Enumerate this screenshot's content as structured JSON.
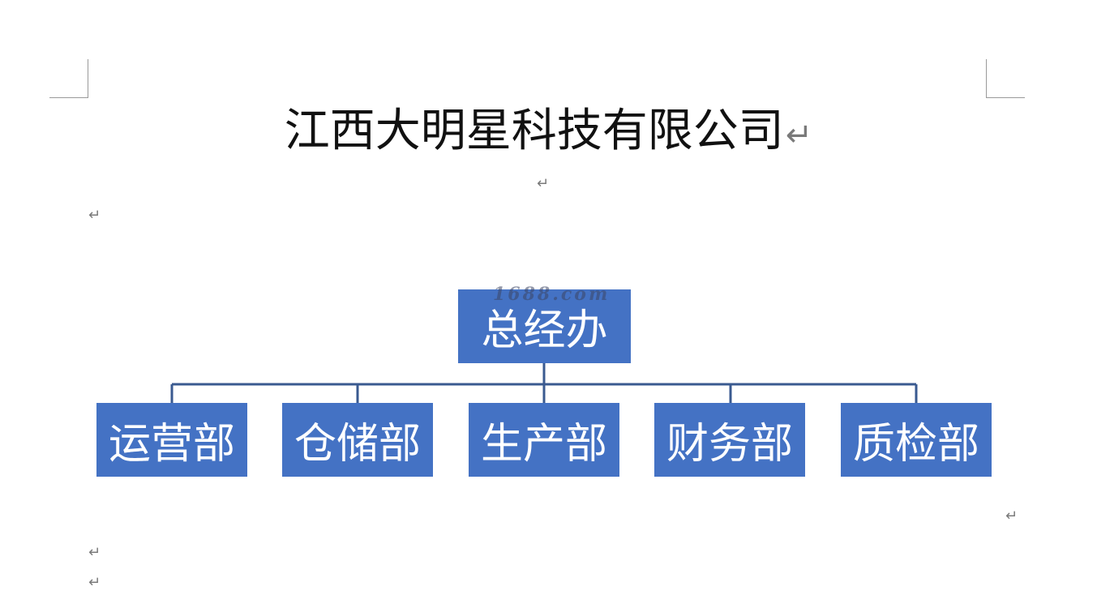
{
  "document": {
    "title": "江西大明星科技有限公司",
    "paragraph_mark": "↵"
  },
  "org_chart": {
    "root": {
      "label": "总经办"
    },
    "children": [
      {
        "label": "运营部"
      },
      {
        "label": "仓储部"
      },
      {
        "label": "生产部"
      },
      {
        "label": "财务部"
      },
      {
        "label": "质检部"
      }
    ],
    "colors": {
      "box_fill": "#4472c4",
      "box_text": "#ffffff",
      "connector": "#3a5a90"
    }
  },
  "watermark": "1688.com"
}
